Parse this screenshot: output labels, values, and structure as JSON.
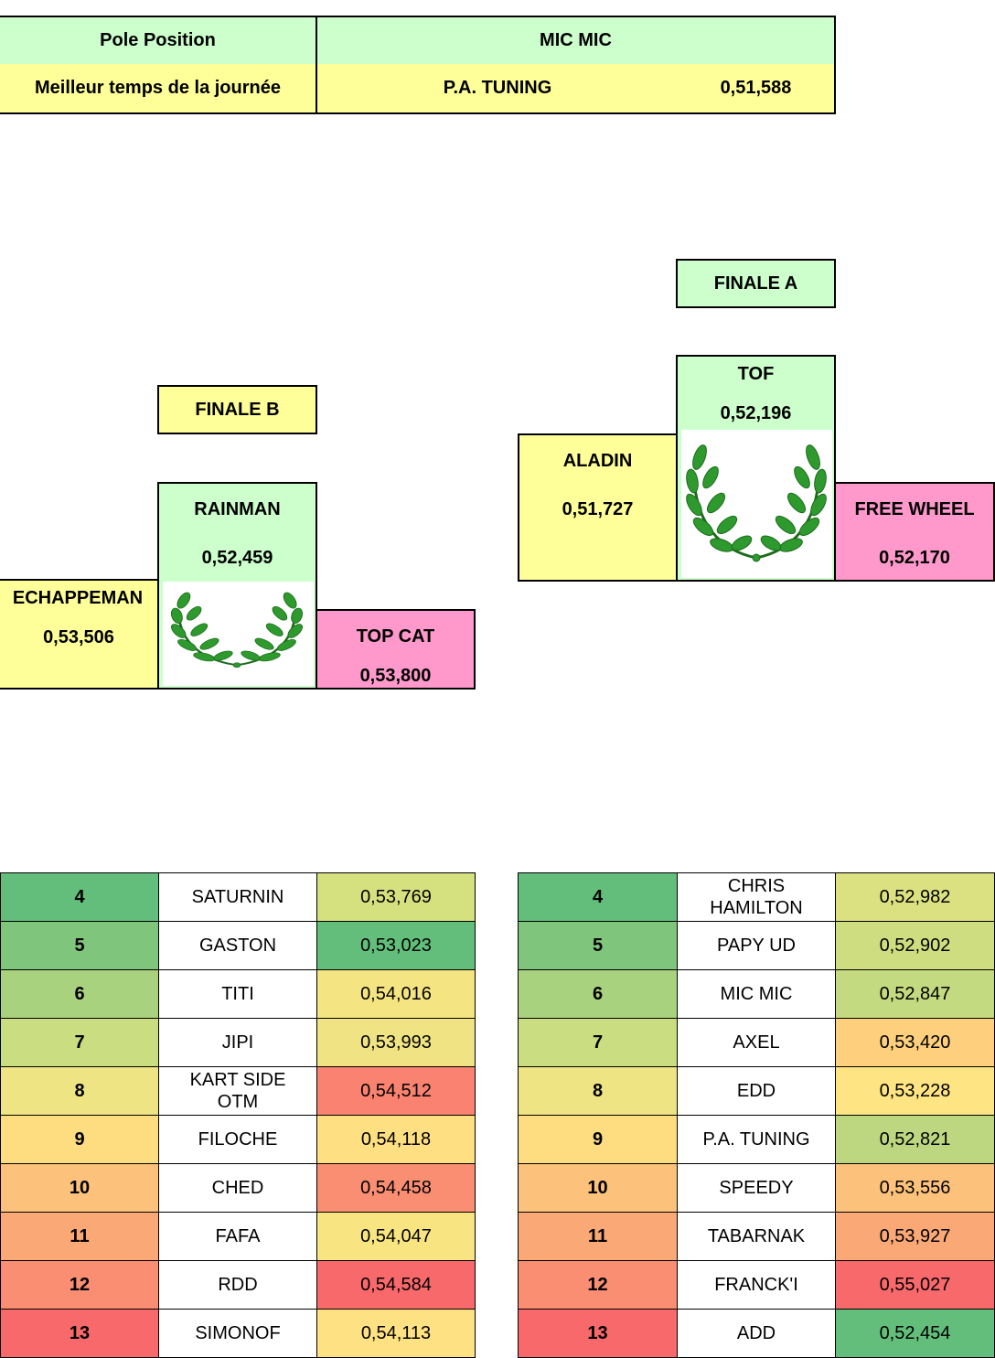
{
  "header": {
    "pole_label": "Pole Position",
    "pole_driver": "MIC MIC",
    "best_label": "Meilleur temps de la journée",
    "best_driver": "P.A. TUNING",
    "best_time": "0,51,588"
  },
  "finale_a": {
    "label": "FINALE A",
    "first": {
      "name": "TOF",
      "time": "0,52,196"
    },
    "second": {
      "name": "ALADIN",
      "time": "0,51,727"
    },
    "third": {
      "name": "FREE WHEEL",
      "time": "0,52,170"
    }
  },
  "finale_b": {
    "label": "FINALE B",
    "first": {
      "name": "RAINMAN",
      "time": "0,52,459"
    },
    "second": {
      "name": "ECHAPPEMAN",
      "time": "0,53,506"
    },
    "third": {
      "name": "TOP CAT",
      "time": "0,53,800"
    }
  },
  "table_b": [
    {
      "pos": "4",
      "name": "SATURNIN",
      "time": "0,53,769",
      "pos_color": "#63be7b",
      "time_color": "#d5e07f"
    },
    {
      "pos": "5",
      "name": "GASTON",
      "time": "0,53,023",
      "pos_color": "#7fc67c",
      "time_color": "#63be7b"
    },
    {
      "pos": "6",
      "name": "TITI",
      "time": "0,54,016",
      "pos_color": "#a9d27f",
      "time_color": "#f4e482"
    },
    {
      "pos": "7",
      "name": "JIPI",
      "time": "0,53,993",
      "pos_color": "#cbdd81",
      "time_color": "#f0e383"
    },
    {
      "pos": "8",
      "name": "KART SIDE OTM",
      "time": "0,54,512",
      "pos_color": "#eee484",
      "time_color": "#f98370"
    },
    {
      "pos": "9",
      "name": "FILOCHE",
      "time": "0,54,118",
      "pos_color": "#fedd81",
      "time_color": "#fedf81"
    },
    {
      "pos": "10",
      "name": "CHED",
      "time": "0,54,458",
      "pos_color": "#fcc27b",
      "time_color": "#f98e72"
    },
    {
      "pos": "11",
      "name": "FAFA",
      "time": "0,54,047",
      "pos_color": "#fba877",
      "time_color": "#f8e582"
    },
    {
      "pos": "12",
      "name": "RDD",
      "time": "0,54,584",
      "pos_color": "#f98e72",
      "time_color": "#f8696b"
    },
    {
      "pos": "13",
      "name": "SIMONOF",
      "time": "0,54,113",
      "pos_color": "#f8696b",
      "time_color": "#fee182"
    }
  ],
  "table_a": [
    {
      "pos": "4",
      "name": "CHRIS HAMILTON",
      "time": "0,52,982",
      "pos_color": "#63be7b",
      "time_color": "#dbe181"
    },
    {
      "pos": "5",
      "name": "PAPY UD",
      "time": "0,52,902",
      "pos_color": "#7fc67c",
      "time_color": "#cfdd81"
    },
    {
      "pos": "6",
      "name": "MIC MIC",
      "time": "0,52,847",
      "pos_color": "#a9d27f",
      "time_color": "#c4da80"
    },
    {
      "pos": "7",
      "name": "AXEL",
      "time": "0,53,420",
      "pos_color": "#cbdd81",
      "time_color": "#fed07e"
    },
    {
      "pos": "8",
      "name": "EDD",
      "time": "0,53,228",
      "pos_color": "#eee484",
      "time_color": "#fee482"
    },
    {
      "pos": "9",
      "name": "P.A. TUNING",
      "time": "0,52,821",
      "pos_color": "#fedd81",
      "time_color": "#bcd780"
    },
    {
      "pos": "10",
      "name": "SPEEDY",
      "time": "0,53,556",
      "pos_color": "#fcc27b",
      "time_color": "#fcc27b"
    },
    {
      "pos": "11",
      "name": "TABARNAK",
      "time": "0,53,927",
      "pos_color": "#fba877",
      "time_color": "#fba877"
    },
    {
      "pos": "12",
      "name": "FRANCK'I",
      "time": "0,55,027",
      "pos_color": "#f98e72",
      "time_color": "#f8696b"
    },
    {
      "pos": "13",
      "name": "ADD",
      "time": "0,52,454",
      "pos_color": "#f8696b",
      "time_color": "#63be7b"
    }
  ]
}
